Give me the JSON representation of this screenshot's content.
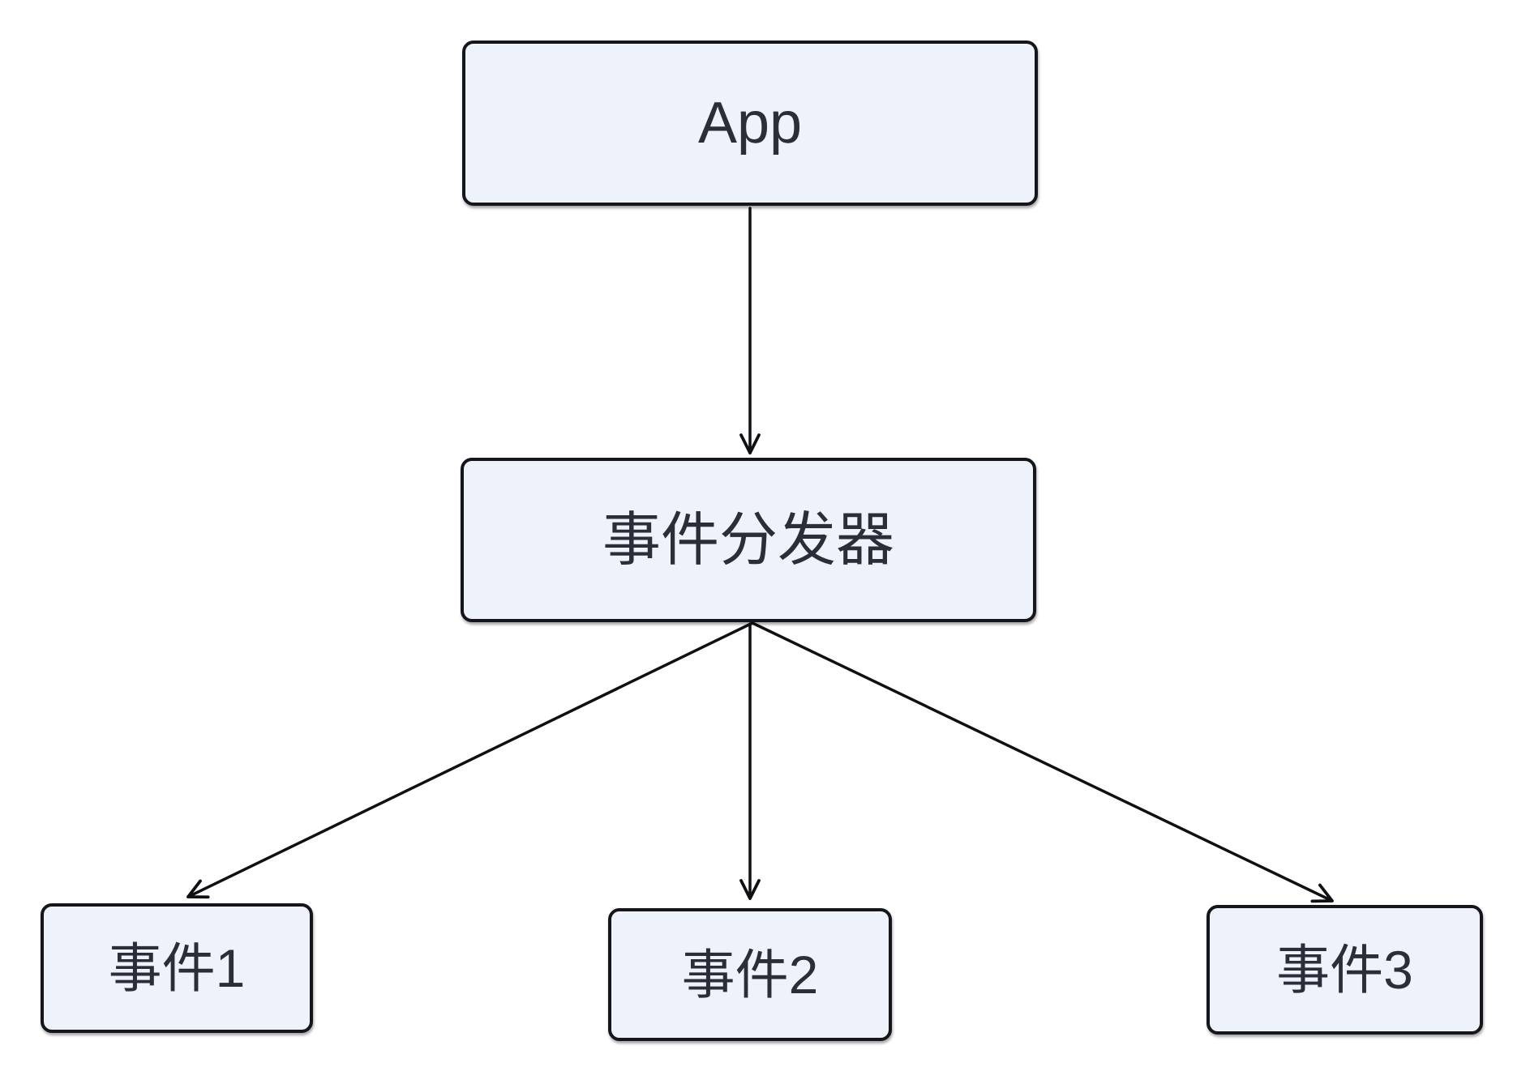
{
  "diagram": {
    "type": "flowchart",
    "direction": "top-down",
    "nodes": {
      "app": {
        "label": "App"
      },
      "dispatcher": {
        "label": "事件分发器"
      },
      "event1": {
        "label": "事件1"
      },
      "event2": {
        "label": "事件2"
      },
      "event3": {
        "label": "事件3"
      }
    },
    "edges": [
      {
        "from": "App",
        "to": "事件分发器"
      },
      {
        "from": "事件分发器",
        "to": "事件1"
      },
      {
        "from": "事件分发器",
        "to": "事件2"
      },
      {
        "from": "事件分发器",
        "to": "事件3"
      }
    ],
    "colors": {
      "background": "#ffffff",
      "node_fill": "#eef2fb",
      "node_border": "#15151c",
      "node_text": "#2b2e38",
      "edge_stroke": "#101014"
    }
  }
}
